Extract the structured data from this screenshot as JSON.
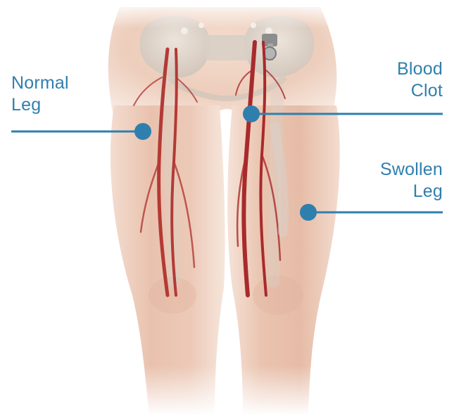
{
  "labels": {
    "normal_leg": {
      "line1": "Normal",
      "line2": "Leg"
    },
    "blood_clot": {
      "line1": "Blood",
      "line2": "Clot"
    },
    "swollen_leg": {
      "line1": "Swollen",
      "line2": "Leg"
    }
  },
  "colors": {
    "accent": "#2f7fae",
    "skin_light": "#f7e4d8",
    "skin_mid": "#ecc7b3",
    "skin_shadow": "#d9a48d",
    "vein": "#b3302f",
    "vein_dark": "#8f1f22",
    "bone": "#e2dcd4",
    "implant": "#9a9a9a"
  },
  "icons": {
    "marker": "pointer-dot-icon"
  }
}
